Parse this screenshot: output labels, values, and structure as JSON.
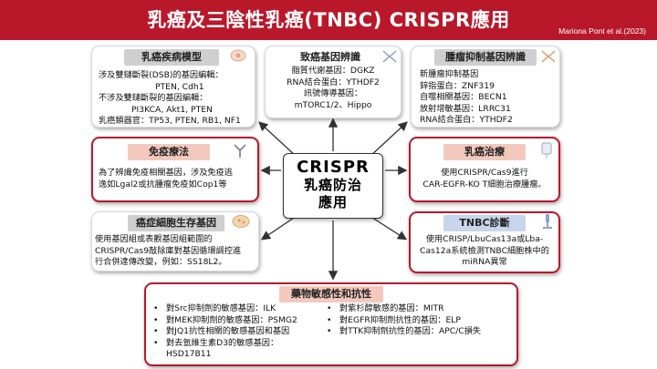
{
  "header": {
    "title": "乳癌及三陰性乳癌(TNBC) CRISPR應用",
    "credit": "Mariona Pont et al.(2023)",
    "color": "#b8182a"
  },
  "center": {
    "line1": "CRISPR",
    "line2": "乳癌防治",
    "line3": "應用"
  },
  "cards": {
    "disease_model": {
      "title": "乳癌疾病模型",
      "lines": [
        "涉及雙鏈斷裂(DSB)的基因編輯：",
        "PTEN, Cdh1",
        "不涉及雙鏈斷裂的基因編輯：",
        "PI3KCA, Akt1, PTEN",
        "乳癌類器官：TP53, PTEN, RB1, NF1"
      ]
    },
    "oncogene_id": {
      "title": "致癌基因辨識",
      "lines": [
        "脂質代謝基因：DGKZ",
        "RNA結合蛋白：YTHDF2",
        "訊號傳導基因：",
        "mTORC1/2、Hippo"
      ]
    },
    "suppressor_id": {
      "title": "腫瘤抑制基因辨識",
      "lines": [
        "新腫瘤抑制基因",
        "鋅指蛋白：ZNF319",
        "自噬相關基因：BECN1",
        "放射增敏基因：LRRC31",
        "RNA結合蛋白：YTHDF2"
      ]
    },
    "immunotherapy": {
      "title": "免疫療法",
      "lines": [
        "為了辨識免疫相關基因，涉及免疫逃",
        "逸如Lgal2或抗腫瘤免疫如Cop1等"
      ]
    },
    "treatment": {
      "title": "乳癌治療",
      "lines": [
        "使用CRISPR/Cas9進行",
        "CAR-EGFR-KO T細胞治療腫瘤。"
      ]
    },
    "survival_genes": {
      "title": "癌症細胞生存基因",
      "lines": [
        "使用基因組或表觀基因組範圍的",
        "CRISPR/Cas9敲除庫對基因循環調控進",
        "行合併達傳改變，例如：SS18L2。"
      ]
    },
    "diagnosis": {
      "title": "TNBC診斷",
      "lines": [
        "使用CRISP/LbuCas13a或Lba-",
        "Cas12a系統檢測TNBC細胞株中的",
        "miRNA異常"
      ]
    },
    "drug_sensitivity": {
      "title": "藥物敏感性和抗性",
      "left": [
        "對Src抑制劑的敏感基因：ILK",
        "對MEK抑制劑的敏感基因：PSMG2",
        "對JQ1抗性相關的敏感基因和基因",
        "對去氫維生素D3的敏感基因：",
        "HSD17B11"
      ],
      "right": [
        "對紫杉醇敏感的基因：MITR",
        "對EGFR抑制劑抗性的基因：ELP",
        "對TTK抑制劑抗性的基因：APC/C損失"
      ]
    }
  },
  "colors": {
    "accent_red": "#b8182a",
    "badge_gray": "#cfcfcf",
    "badge_pink": "#f3c9bd",
    "badge_blue": "#c8d5ea"
  }
}
